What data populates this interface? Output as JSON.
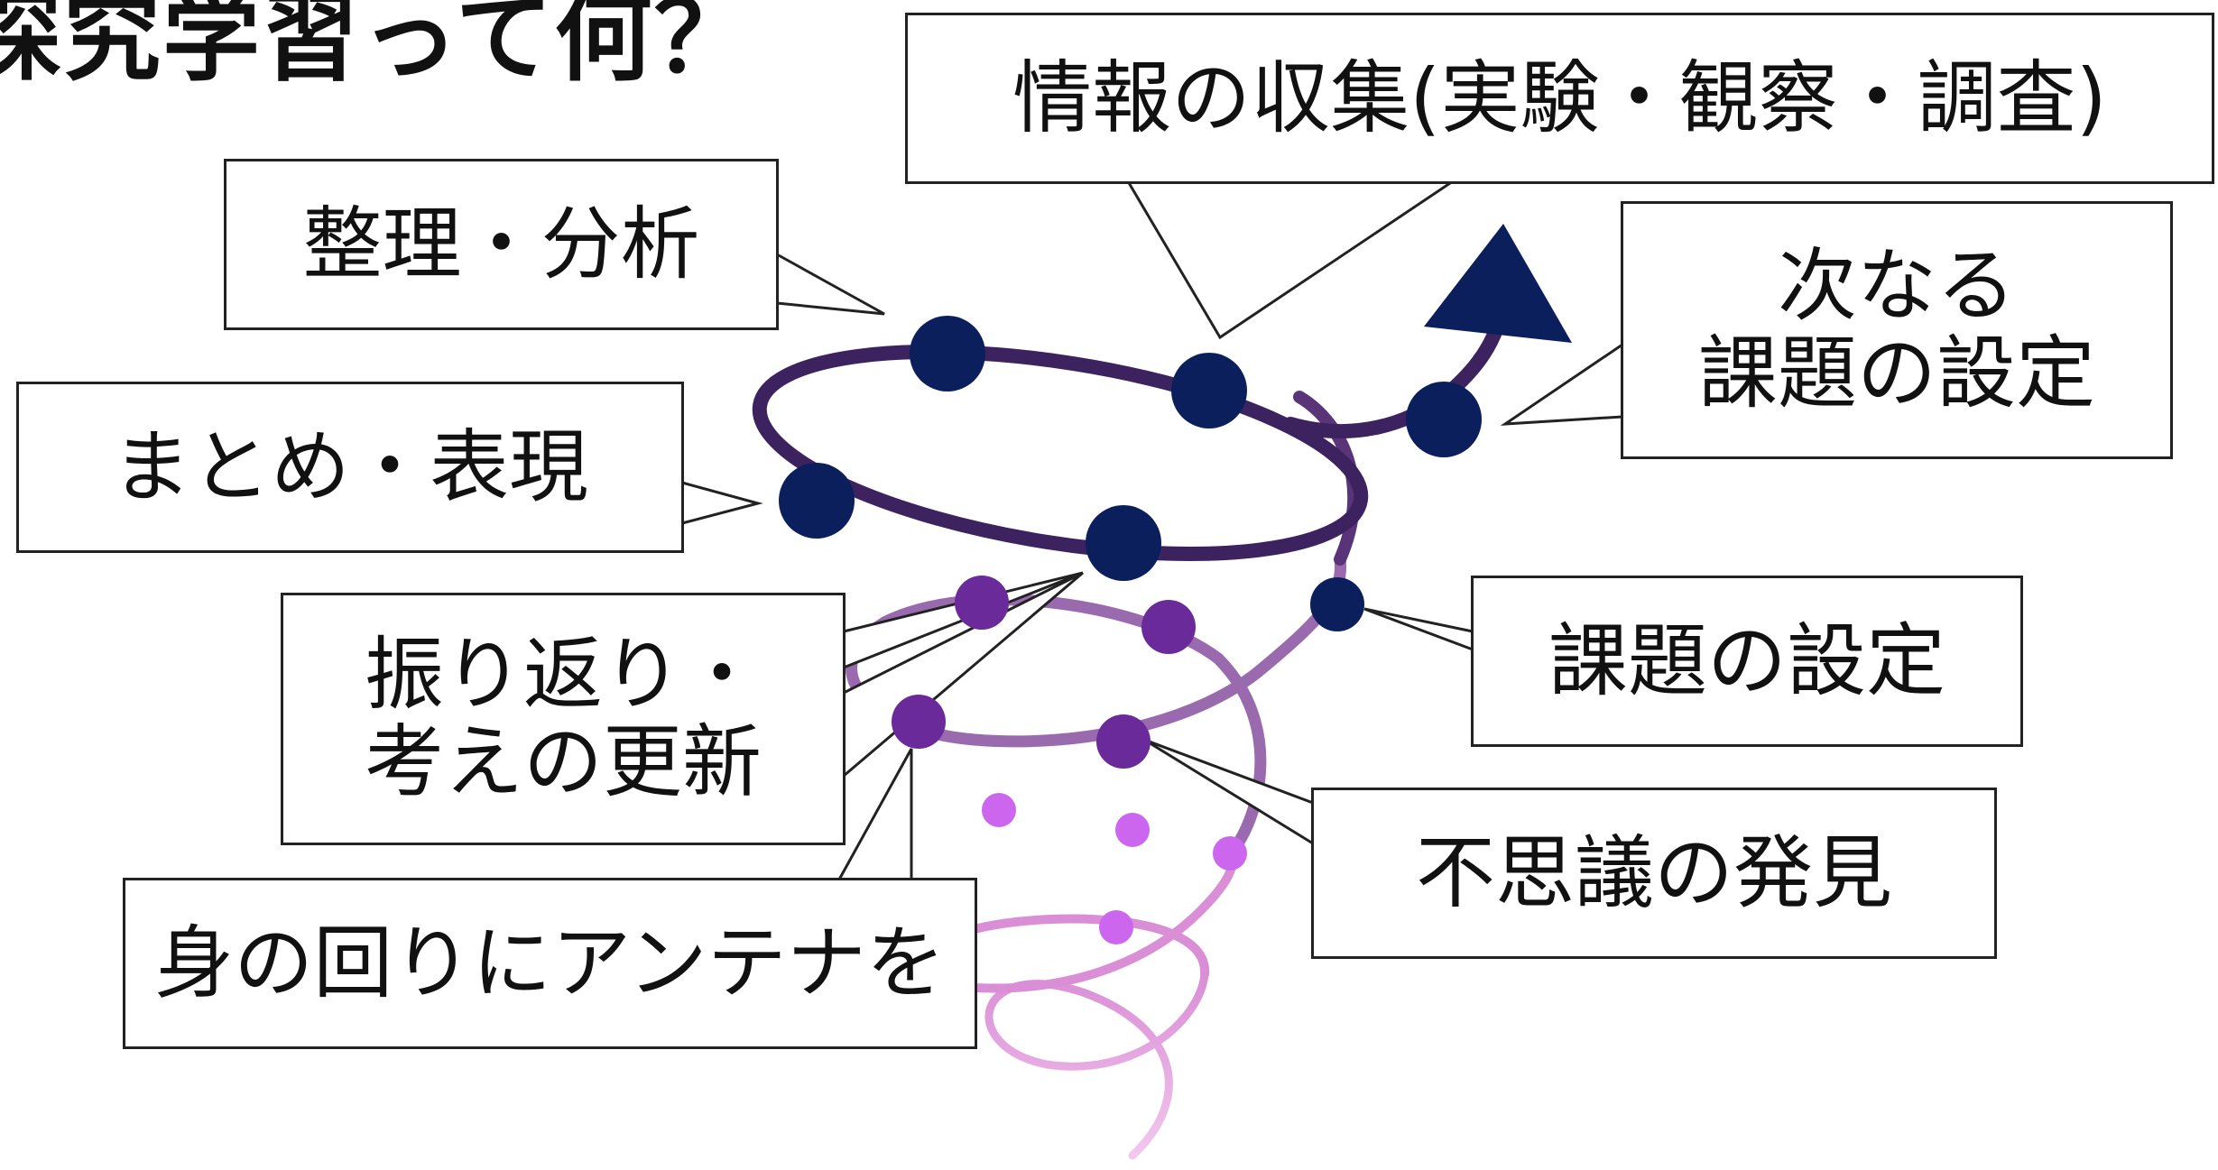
{
  "title": "探究学習って何？",
  "colors": {
    "dot_dark": "#0b1f5c",
    "dot_mid": "#6b2a9a",
    "dot_light": "#cc66ee",
    "spiral_top": "#3d2260",
    "spiral_mid": "#9a6aae",
    "spiral_low": "#d98ed6",
    "arrow_head": "#0b1f5c"
  },
  "labels": {
    "info": "情報の収集(実験・観察・調査)",
    "organize": "整理・分析",
    "next_line1": "次なる",
    "next_line2": "課題の設定",
    "summary": "まとめ・表現",
    "reflect_line1": "振り返り・",
    "reflect_line2": "考えの更新",
    "problem": "課題の設定",
    "wonder": "不思議の発見",
    "antenna": "身の回りにアンテナを"
  }
}
